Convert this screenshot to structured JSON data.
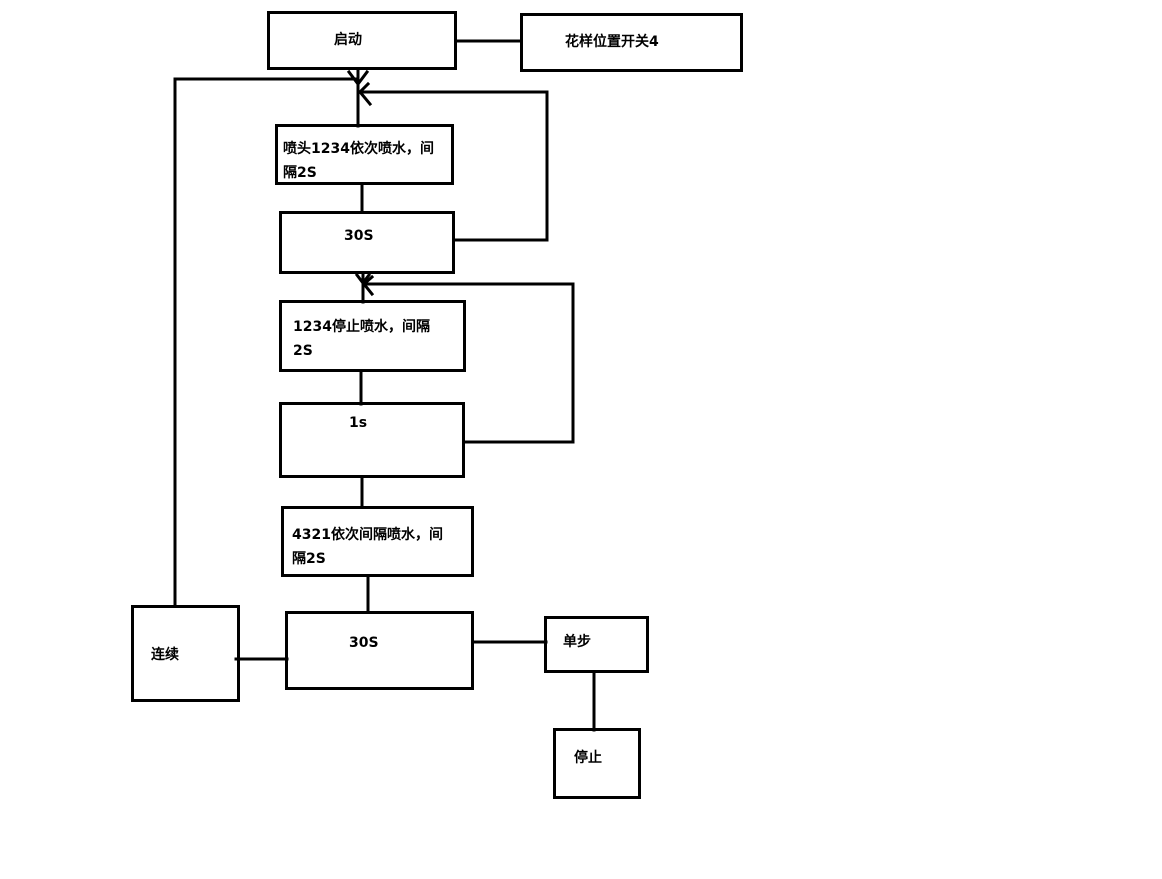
{
  "diagram": {
    "nodes": {
      "start": "启动",
      "pattern_switch": "花样位置开关4",
      "spray_1234": "喷头1234依次喷水，间\n隔2S",
      "wait_30s_top": "30S",
      "stop_1234": "1234停止喷水，间隔\n2S",
      "wait_1s": "1s",
      "spray_4321": "4321依次间隔喷水，间\n隔2S",
      "wait_30s_bottom": "30S",
      "continuous": "连续",
      "single_step": "单步",
      "stop": "停止"
    }
  }
}
